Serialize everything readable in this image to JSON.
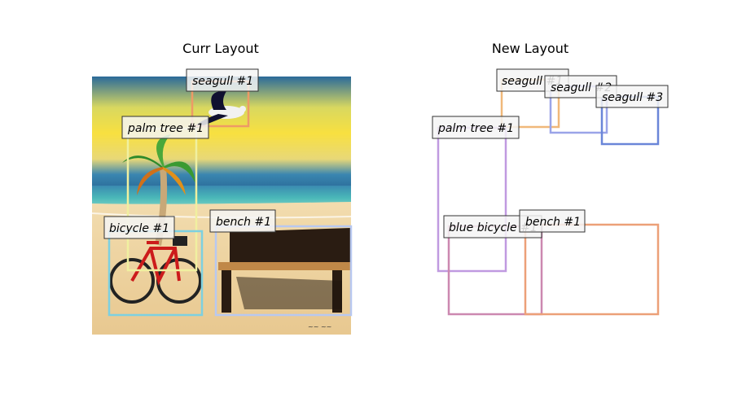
{
  "left_panel": {
    "title": "Curr Layout",
    "boxes": [
      {
        "label": "seagull #1",
        "color": "#ee9a66"
      },
      {
        "label": "palm tree #1",
        "color": "#f0f0a0"
      },
      {
        "label": "bicycle #1",
        "color": "#7dd0e0"
      },
      {
        "label": "bench #1",
        "color": "#b8c8f0"
      }
    ],
    "image": {
      "description_icons": [
        "beach-scene-image"
      ],
      "colors": {
        "sky_top": "#2a6a9a",
        "sun": "#f8e040",
        "sea": "#2a8ab0",
        "sea_light": "#6ad0c0",
        "sand": "#f0d8a8",
        "bench": "#2a1c12",
        "bicycle": "#cc1b1b"
      }
    }
  },
  "right_panel": {
    "title": "New Layout",
    "boxes": [
      {
        "label": "seagull #1",
        "color": "#f0b87a"
      },
      {
        "label": "seagull #2",
        "color": "#9aa4e8"
      },
      {
        "label": "seagull #3",
        "color": "#6a86d8"
      },
      {
        "label": "palm tree #1",
        "color": "#c09ae0"
      },
      {
        "label": "blue bicycle #1",
        "color": "#cc88b0"
      },
      {
        "label": "bench #1",
        "color": "#eca078"
      }
    ]
  }
}
